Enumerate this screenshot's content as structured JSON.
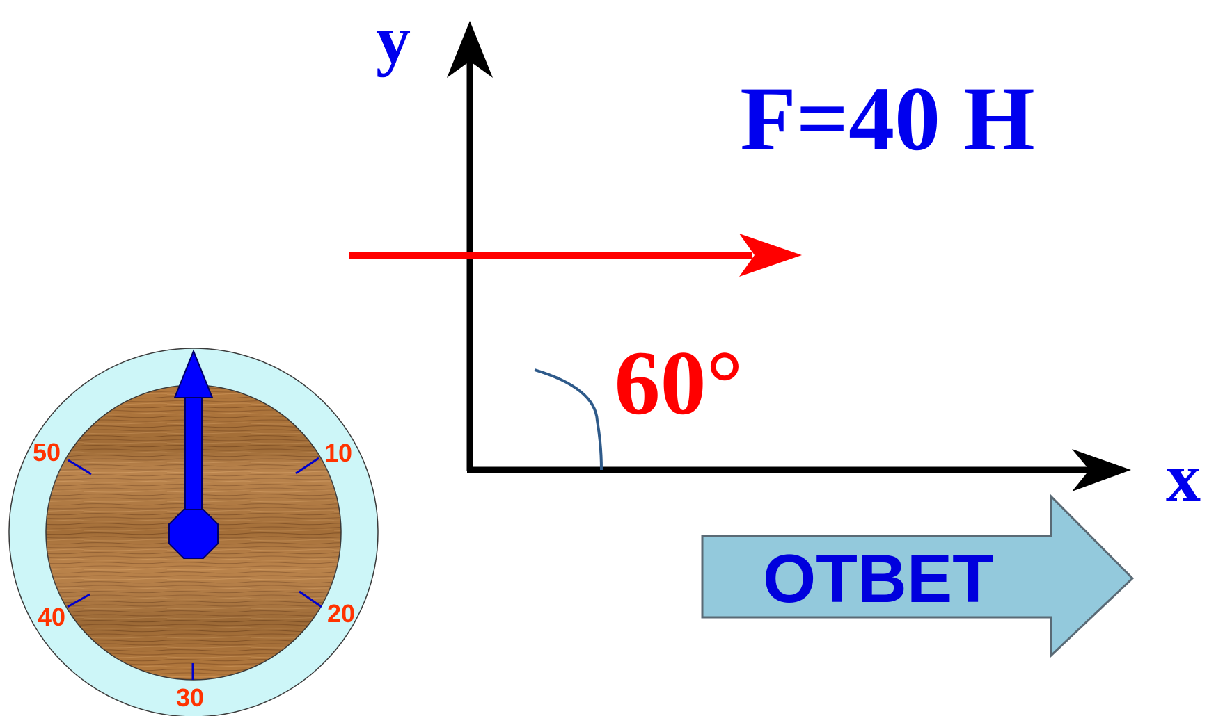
{
  "axes": {
    "y_label": "y",
    "x_label": "x"
  },
  "force": {
    "label": "F=40 Н"
  },
  "angle": {
    "label": "60°"
  },
  "answer_button": {
    "label": "ОТВЕТ"
  },
  "timer": {
    "marks": [
      "10",
      "20",
      "30",
      "40",
      "50"
    ],
    "hand_position_seconds": 0
  },
  "colors": {
    "axis": "#000000",
    "force_vector": "#ff0000",
    "label_blue": "#0000ee",
    "angle_label": "#ff0000",
    "arc": "#2e5a8a",
    "button_fill": "#93c9dc",
    "button_text": "#0000dd",
    "dial_ring": "#cdf6f8",
    "dial_wood": "#b0753a",
    "dial_hand": "#0000ff",
    "dial_numbers": "#ff3300"
  }
}
